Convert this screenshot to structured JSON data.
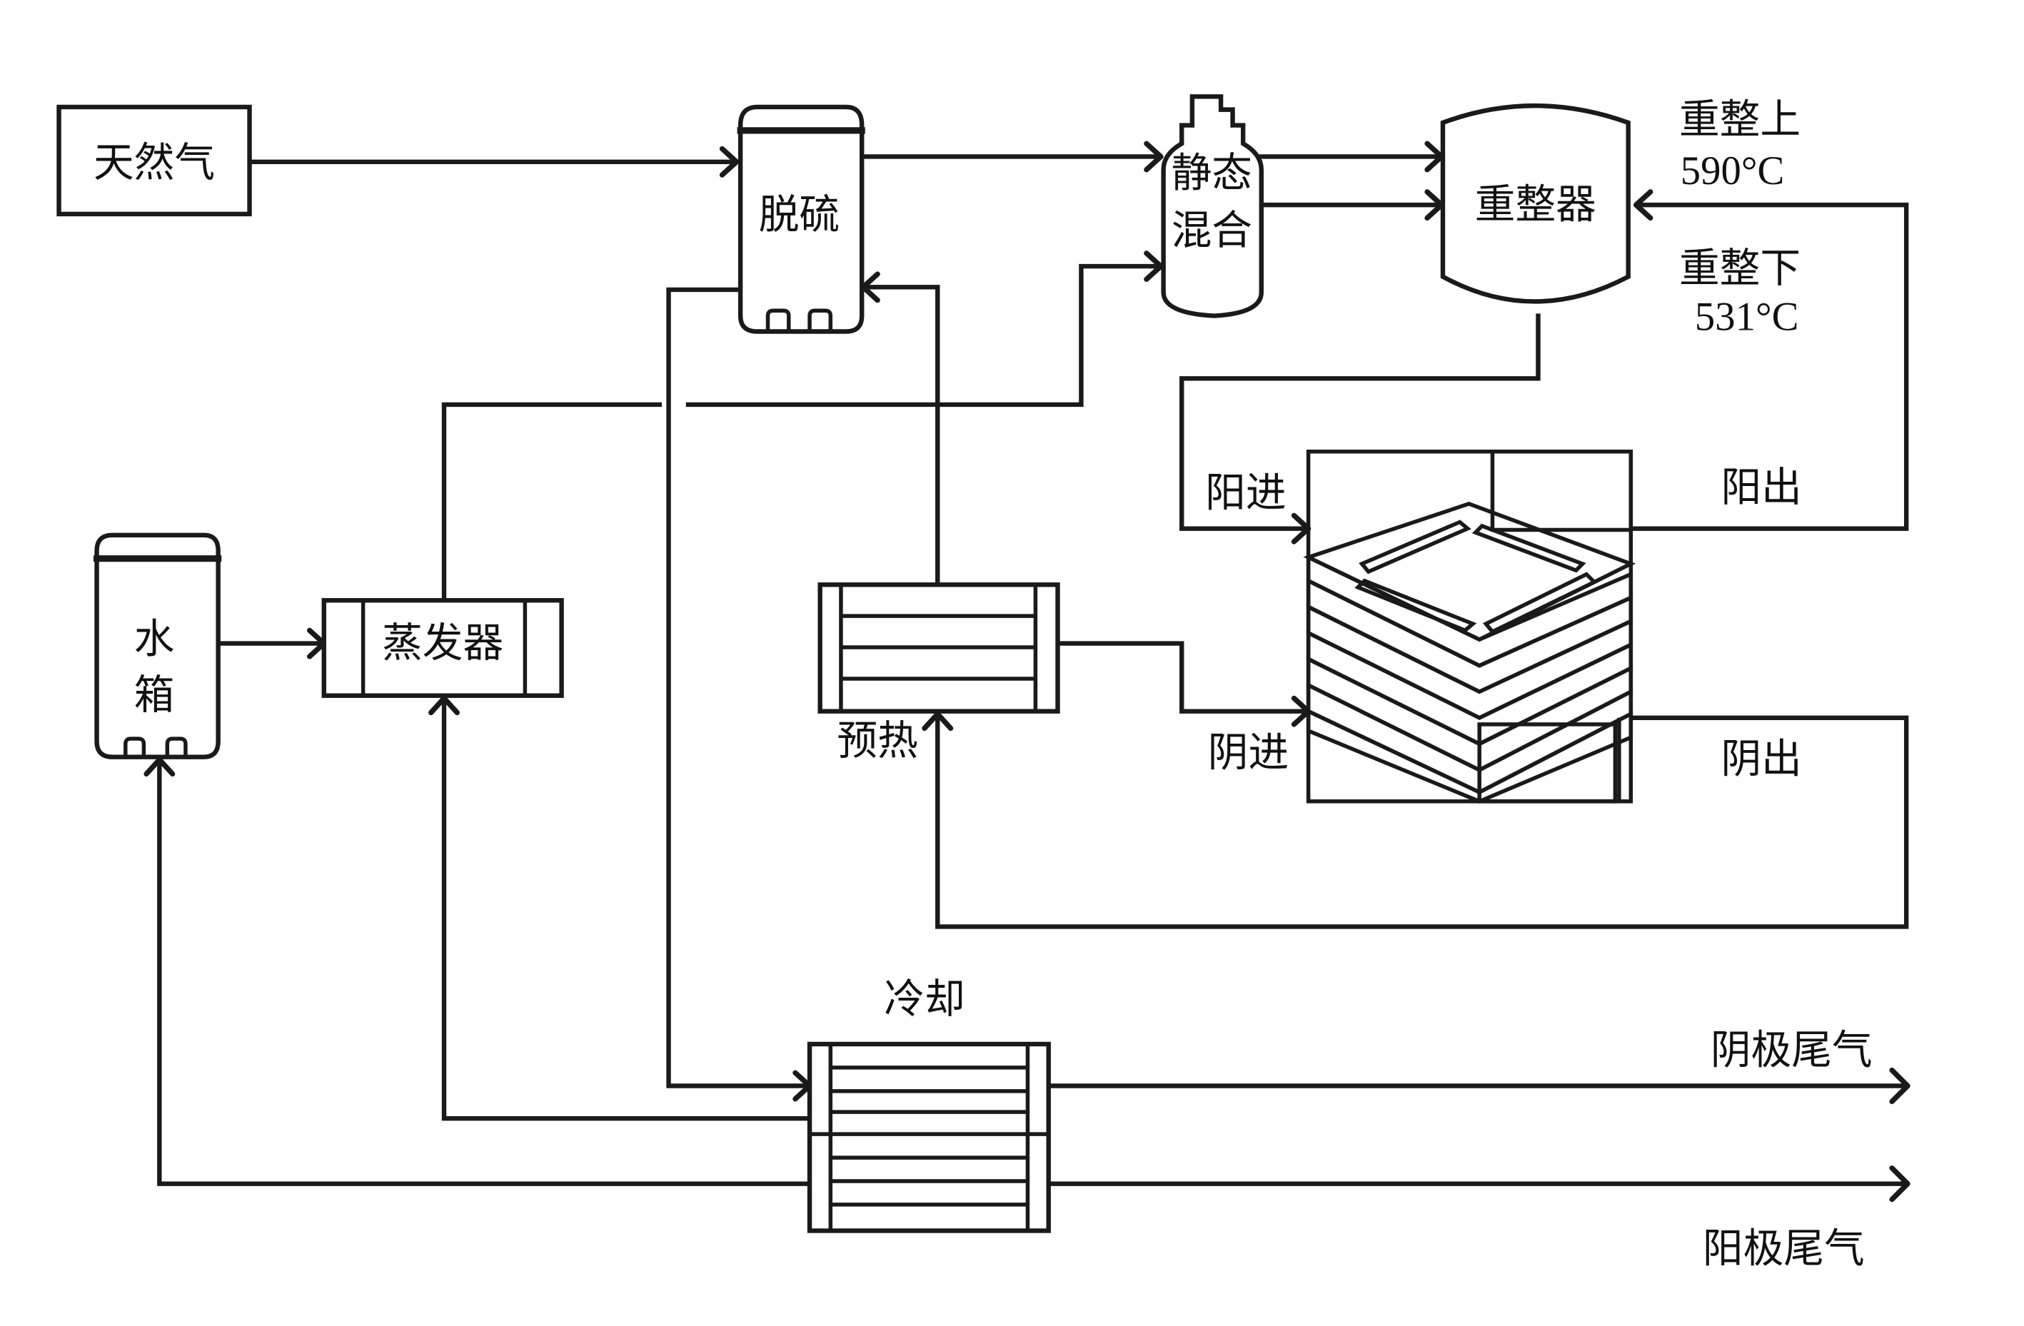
{
  "diagram": {
    "title": "",
    "nodes": {
      "natural_gas": "天然气",
      "desulfurizer": "脱硫",
      "static_mixer_line1": "静态",
      "static_mixer_line2": "混合",
      "reformer": "重整器",
      "water_tank_line1": "水",
      "water_tank_line2": "箱",
      "evaporator": "蒸发器",
      "preheater": "预热",
      "cooler": "冷却"
    },
    "annotations": {
      "reformer_top_label": "重整上",
      "reformer_top_temp": "590°C",
      "reformer_bottom_label": "重整下",
      "reformer_bottom_temp": "531°C",
      "anode_in": "阳进",
      "anode_out": "阳出",
      "cathode_in": "阴进",
      "cathode_out": "阴出",
      "cathode_exhaust": "阴极尾气",
      "anode_exhaust": "阳极尾气"
    },
    "edges": [
      {
        "from": "天然气",
        "to": "脱硫"
      },
      {
        "from": "脱硫",
        "to": "静态混合"
      },
      {
        "from": "蒸发器",
        "to": "静态混合"
      },
      {
        "from": "静态混合",
        "to": "重整器"
      },
      {
        "from": "重整器",
        "to": "阳进"
      },
      {
        "from": "阳出",
        "to": "重整器"
      },
      {
        "from": "预热",
        "to": "阴进"
      },
      {
        "from": "阴出",
        "to": "预热"
      },
      {
        "from": "预热",
        "to": "脱硫"
      },
      {
        "from": "脱硫",
        "to": "冷却"
      },
      {
        "from": "水箱",
        "to": "蒸发器"
      },
      {
        "from": "冷却",
        "to": "蒸发器"
      },
      {
        "from": "冷却",
        "to": "水箱"
      },
      {
        "from": "冷却",
        "to": "阴极尾气"
      },
      {
        "from": "冷却",
        "to": "阳极尾气"
      }
    ]
  }
}
